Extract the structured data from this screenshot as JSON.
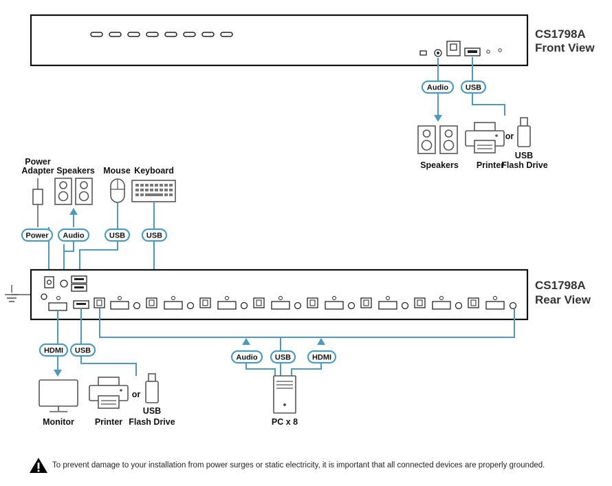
{
  "front": {
    "model": "CS1798A",
    "view": "Front View"
  },
  "rear": {
    "model": "CS1798A",
    "view": "Rear View"
  },
  "front_connections": {
    "audio_pill": "Audio",
    "usb_pill": "USB",
    "speakers_label": "Speakers",
    "printer_label": "Printer",
    "flash_label": "Flash Drive",
    "usb_label": "USB",
    "or_label": "or"
  },
  "console_devices": {
    "power_label_1": "Power",
    "power_label_2": "Adapter",
    "speakers_label": "Speakers",
    "mouse_label": "Mouse",
    "keyboard_label": "Keyboard",
    "power_pill": "Power",
    "audio_pill": "Audio",
    "mouse_usb_pill": "USB",
    "keyboard_usb_pill": "USB"
  },
  "rear_outputs": {
    "hdmi_pill": "HDMI",
    "usb_pill": "USB",
    "monitor_label": "Monitor",
    "printer_label": "Printer",
    "usb_label": "USB",
    "flash_label": "Flash Drive",
    "or_label": "or"
  },
  "pc": {
    "audio_pill": "Audio",
    "usb_pill": "USB",
    "hdmi_pill": "HDMI",
    "label": "PC x 8"
  },
  "notice": {
    "text": "To prevent damage to your installation from power surges or static electricity, it is important that all connected devices are properly grounded."
  },
  "colors": {
    "cable": "#4a9bbf",
    "outline": "#111111",
    "device": "#555555"
  }
}
